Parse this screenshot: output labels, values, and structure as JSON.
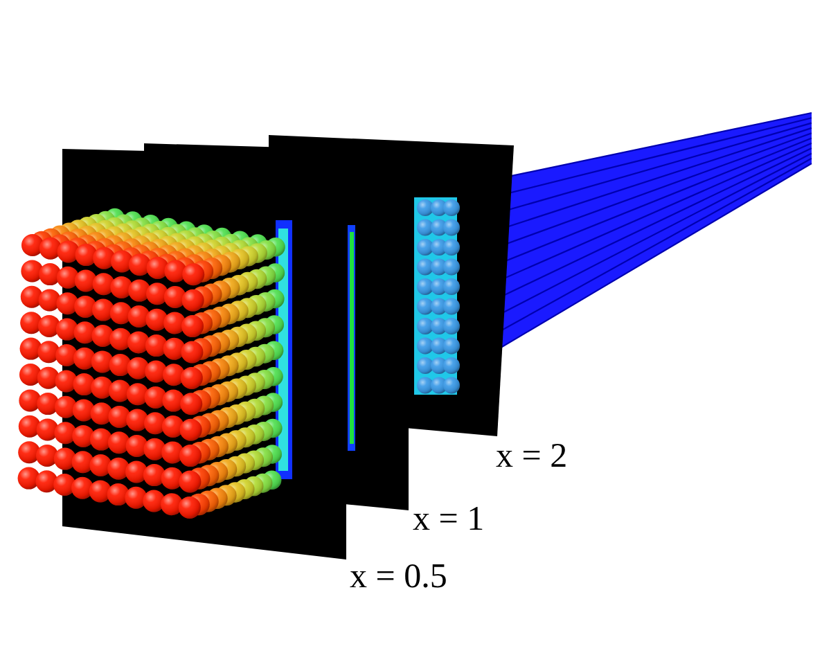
{
  "diagram": {
    "labels": [
      "x = 2",
      "x = 1",
      "x = 0.5"
    ]
  }
}
